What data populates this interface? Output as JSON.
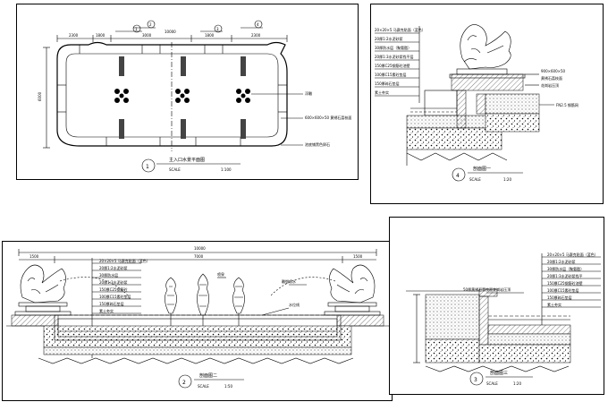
{
  "sheets": {
    "plan": {
      "number": "1",
      "title": "主入口水景平面图",
      "scale_label": "SCALE",
      "scale_value": "1:100",
      "dims": [
        "2300",
        "1800",
        "3000",
        "1800",
        "2300",
        "10000",
        "6000"
      ],
      "callouts": [
        "1",
        "2",
        "3",
        "4"
      ],
      "notes": [
        "浮雕",
        "600×600×50 黄锈石荔枝面",
        "池底铺黑色卵石"
      ]
    },
    "sec4": {
      "number": "4",
      "title": "剖面图一",
      "scale_label": "SCALE",
      "scale_value": "1:20",
      "layers": [
        "20×20×5 马赛克贴面（蓝色）",
        "20厚1:2水泥砂浆",
        "30厚防水层（聚氨酯）",
        "20厚1:3水泥砂浆找平层",
        "150厚C25钢筋砼池壁",
        "100厚C15素砼垫层",
        "150厚碎石垫层",
        "素土夯实"
      ],
      "notes": [
        "900×600×50",
        "黄锈石荔枝面",
        "花岗岩压顶",
        "FN2.5 钢筋网"
      ]
    },
    "sec2": {
      "number": "2",
      "title": "剖面图二",
      "scale_label": "SCALE",
      "scale_value": "1:50",
      "dims": [
        "10000",
        "7000",
        "1500",
        "1500"
      ],
      "layers": [
        "20×20×5 马赛克贴面（蓝色）",
        "20厚1:2水泥砂浆",
        "30厚防水层",
        "20厚1:3水泥砂浆",
        "150厚C25钢筋砼",
        "100厚C15素砼垫层",
        "150厚碎石垫层",
        "素土夯实"
      ],
      "notes": [
        "喷泉",
        "雕塑喷水",
        "水位线"
      ]
    },
    "sec3": {
      "number": "3",
      "title": "剖面图三",
      "scale_label": "SCALE",
      "scale_value": "1:20",
      "layers": [
        "20×20×5 马赛克贴面（蓝色）",
        "20厚1:2水泥砂浆",
        "30厚防水层（聚氨酯）",
        "20厚1:3水泥砂浆找平",
        "150厚C25钢筋砼池壁",
        "100厚C15素砼垫层",
        "150厚碎石垫层",
        "素土夯实"
      ],
      "notes": [
        "50厚黄锈石荔枝面花岗岩压顶"
      ]
    }
  }
}
